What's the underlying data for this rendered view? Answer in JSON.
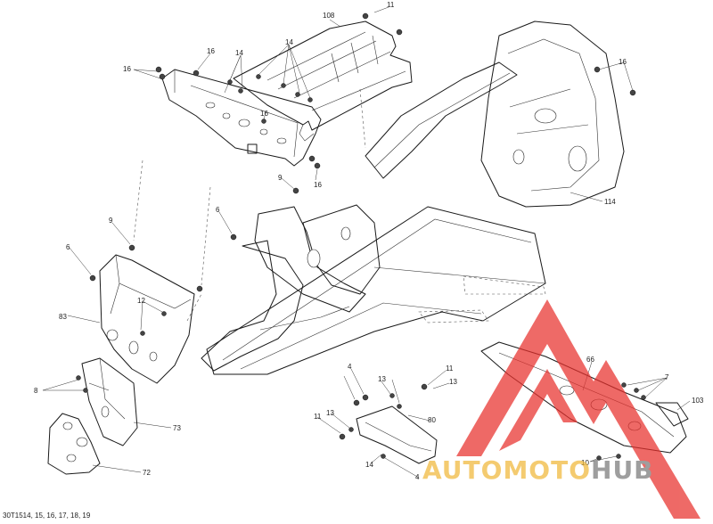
{
  "diagram": {
    "code": "30T1514, 15, 16, 17, 18, 19",
    "callouts": [
      "108",
      "11",
      "14",
      "16",
      "16",
      "16",
      "14",
      "16",
      "9",
      "16",
      "6",
      "9",
      "6",
      "83",
      "12",
      "8",
      "73",
      "72",
      "114",
      "4",
      "13",
      "11",
      "13",
      "11",
      "13",
      "80",
      "14",
      "4",
      "66",
      "7",
      "103",
      "10"
    ]
  },
  "watermark": {
    "text": "AUTOMOTOHUB",
    "colors": {
      "logo": "#e8302c",
      "text_main": "#f0b83a",
      "text_end": "#7a7a7a"
    }
  }
}
